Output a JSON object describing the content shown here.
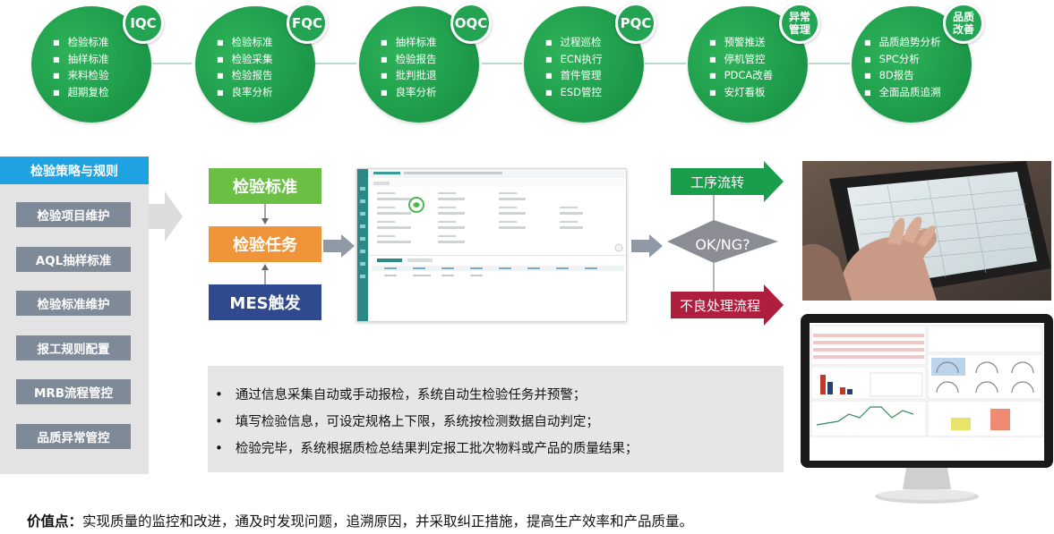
{
  "stages": [
    {
      "badge": "IQC",
      "items": [
        "检验标准",
        "抽样标准",
        "来料检验",
        "超期复检"
      ]
    },
    {
      "badge": "FQC",
      "items": [
        "检验标准",
        "检验采集",
        "检验报告",
        "良率分析"
      ]
    },
    {
      "badge": "OQC",
      "items": [
        "抽样标准",
        "检验报告",
        "批判批退",
        "良率分析"
      ]
    },
    {
      "badge": "PQC",
      "items": [
        "过程巡检",
        "ECN执行",
        "首件管理",
        "ESD管控"
      ]
    },
    {
      "badge_line1": "异常",
      "badge_line2": "管理",
      "items": [
        "预警推送",
        "停机管控",
        "PDCA改善",
        "安灯看板"
      ]
    },
    {
      "badge_line1": "品质",
      "badge_line2": "改善",
      "items": [
        "品质趋势分析",
        "SPC分析",
        "8D报告",
        "全面品质追溯"
      ]
    }
  ],
  "rules": {
    "header": "检验策略与规则",
    "items": [
      "检验项目维护",
      "AQL抽样标准",
      "检验标准维护",
      "报工规则配置",
      "MRB流程管控",
      "品质异常管控"
    ]
  },
  "triggers": {
    "standard": "检验标准",
    "task": "检验任务",
    "mes": "MES触发"
  },
  "flow": {
    "process": "工序流转",
    "decision": "OK/NG?",
    "defect": "不良处理流程"
  },
  "bullets": [
    "通过信息采集自动或手动报检，系统自动生检验任务并预警；",
    "填写检验信息，可设定规格上下限，系统按检测数据自动判定；",
    "检验完毕，系统根据质检总结果判定报工批次物料或产品的质量结果；"
  ],
  "footer": {
    "label": "价值点：",
    "text": "实现质量的监控和改进，通及时发现问题，追溯原因，并采取纠正措施，提高生产效率和产品质量。"
  },
  "colors": {
    "stage_green": "#1f9e4c",
    "rules_header": "#1fa2e1",
    "rule_button": "#7f8a99",
    "standard_green": "#6cbf45",
    "task_orange": "#f0943a",
    "mes_navy": "#2f4a8f",
    "process_green": "#1a9e4b",
    "decision_gray": "#8a8e94",
    "defect_red": "#b01e3e",
    "arrow_gray": "#8f9aa6"
  }
}
